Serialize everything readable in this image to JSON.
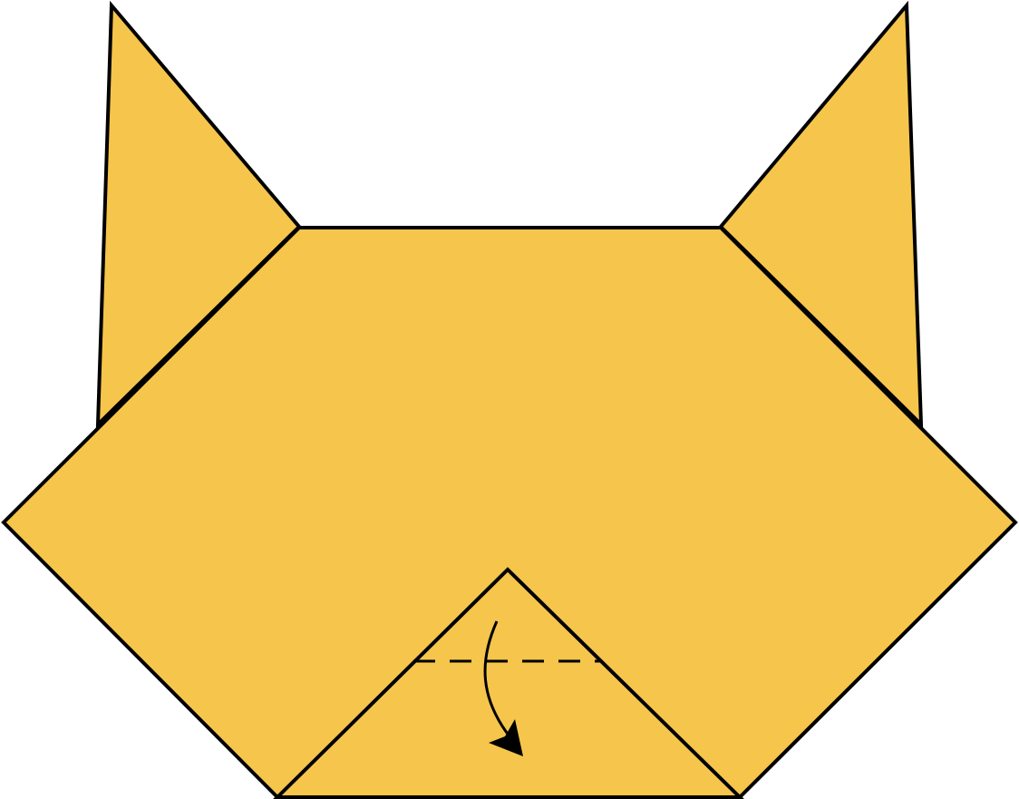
{
  "diagram": {
    "colors": {
      "paper": "#F5C54C",
      "outline": "#000000",
      "background": "#FFFFFF"
    },
    "elements": [
      "left-ear",
      "right-ear",
      "head",
      "chin-flap",
      "fold-line",
      "fold-arrow"
    ],
    "fold_line_style": "dashed"
  }
}
